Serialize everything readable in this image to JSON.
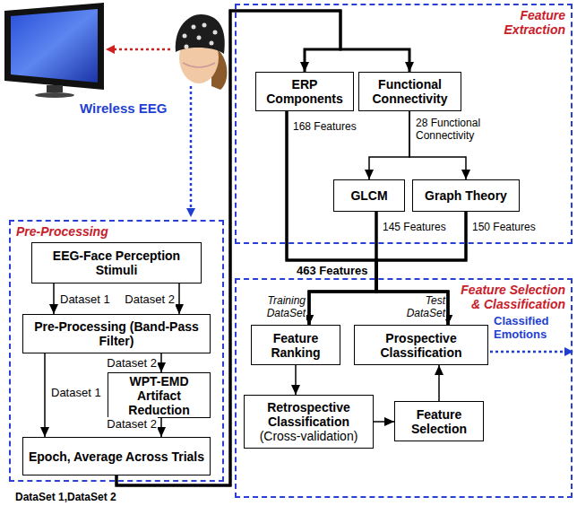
{
  "diagram": {
    "nodes": [
      {
        "text": [
          "Pre-Processing"
        ]
      },
      {
        "text": [
          "EEG-Face Perception Stimuli"
        ],
        "in": 0
      },
      {
        "text": [
          "Pre-Processing (Band-Pass Filter)"
        ],
        "in": 0
      },
      {
        "text": [
          "WPT-EMD Artifact Reduction"
        ],
        "in": 0
      },
      {
        "text": [
          "Epoch, Average Across Trials"
        ],
        "in": 0
      },
      {
        "text": [
          "Feature Extraction"
        ]
      },
      {
        "text": [
          "ERP Components"
        ],
        "in": 5
      },
      {
        "text": [
          "Functional Connectivity"
        ],
        "in": 5
      },
      {
        "text": [
          "GLCM"
        ],
        "in": 5
      },
      {
        "text": [
          "Graph Theory"
        ],
        "in": 5
      },
      {
        "text": [
          "Feature Selection & Classification"
        ]
      },
      {
        "text": [
          "Feature Ranking"
        ],
        "in": 10
      },
      {
        "text": [
          "Prospective Classification"
        ],
        "in": 10
      },
      {
        "text": [
          "Retrospective Classification",
          "(Cross-validation)"
        ],
        "in": 10
      },
      {
        "text": [
          "Feature Selection"
        ],
        "in": 10
      }
    ],
    "edges": [
      {
        "from": 1,
        "to": 2,
        "arrow": "to",
        "label": "Dataset 1"
      },
      {
        "from": 1,
        "to": 2,
        "arrow": "to",
        "label": "Dataset 2"
      },
      {
        "from": 2,
        "to": 4,
        "arrow": "to",
        "label": "Dataset 1"
      },
      {
        "from": 2,
        "to": 3,
        "arrow": "to",
        "label": "Dataset 2"
      },
      {
        "from": 3,
        "to": 4,
        "arrow": "to",
        "label": "Dataset 2"
      },
      {
        "from": 4,
        "to": 6,
        "arrow": "to"
      },
      {
        "from": 4,
        "to": 7,
        "arrow": "to"
      },
      {
        "from": 6,
        "to": 11,
        "arrow": "to"
      },
      {
        "from": 6,
        "to": 12,
        "arrow": "to"
      },
      {
        "from": 8,
        "to": 11,
        "arrow": "to"
      },
      {
        "from": 8,
        "to": 12,
        "arrow": "to"
      },
      {
        "from": 9,
        "to": 11,
        "arrow": "to"
      },
      {
        "from": 9,
        "to": 12,
        "arrow": "to"
      },
      {
        "from": 7,
        "to": 8,
        "arrow": "to"
      },
      {
        "from": 7,
        "to": 9,
        "arrow": "to"
      },
      {
        "from": 11,
        "to": 13,
        "arrow": "to"
      },
      {
        "from": 13,
        "to": 14,
        "arrow": "to"
      },
      {
        "from": 14,
        "to": 12,
        "arrow": "to"
      }
    ],
    "labels": [
      "Wireless EEG",
      "168 Features",
      "28 Functional Connectivity",
      "145 Features",
      "150 Features",
      "463 Features",
      "Training DataSet",
      "Test DataSet",
      "Classified Emotions",
      "DataSet 1,DataSet 2"
    ]
  }
}
